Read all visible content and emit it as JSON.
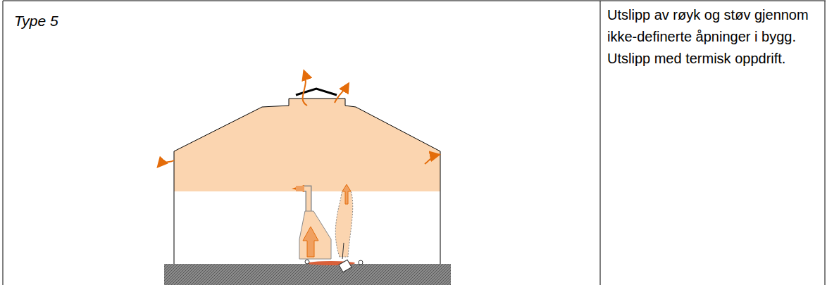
{
  "diagram": {
    "labels": [
      "Type 5",
      "Utslipp av røyk og støv gjennom ikke-definerte åpninger i bygg.",
      "Utslipp med termisk oppdrift."
    ]
  }
}
